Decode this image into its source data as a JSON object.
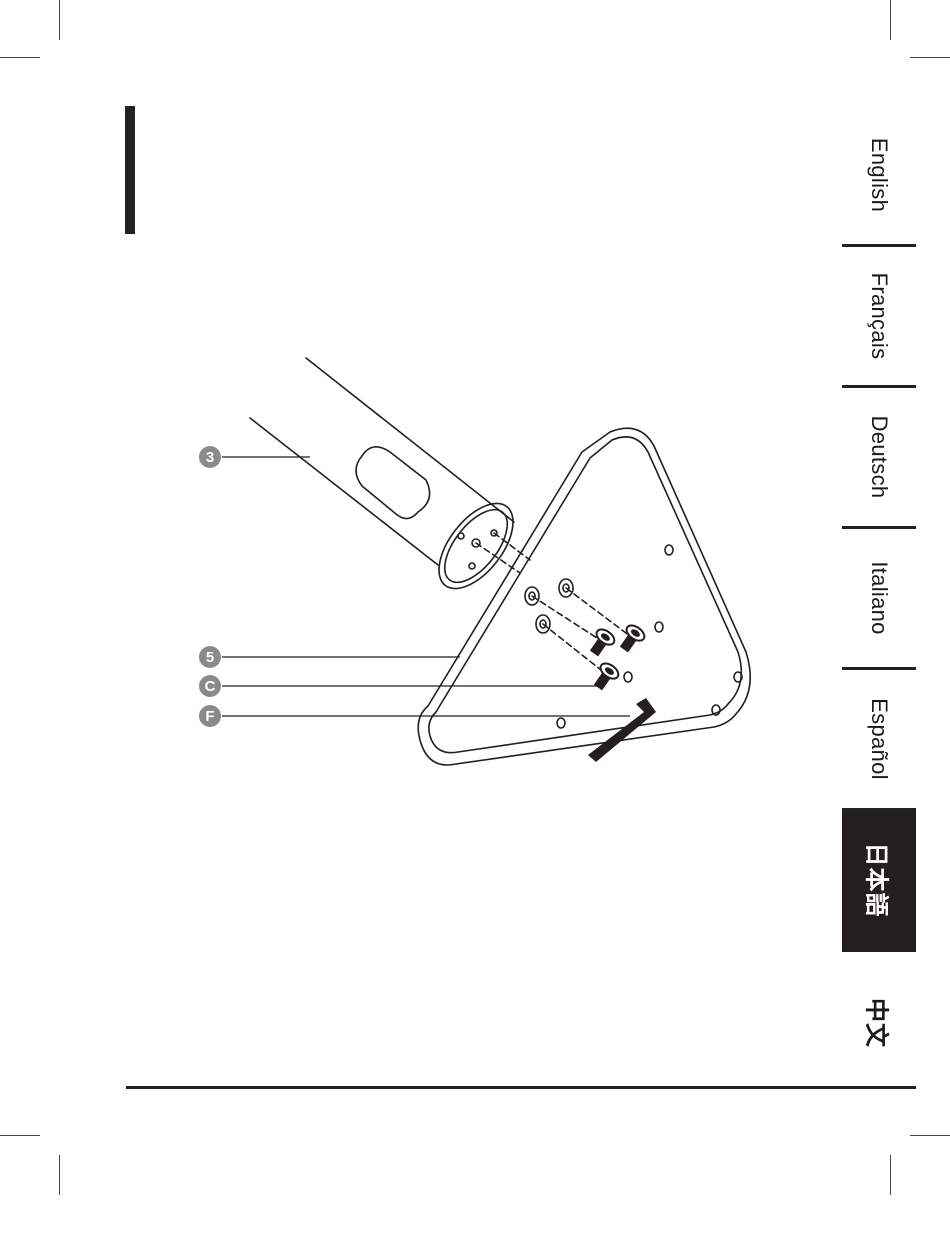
{
  "language_tabs": [
    {
      "label": "English",
      "active": false
    },
    {
      "label": "Français",
      "active": false
    },
    {
      "label": "Deutsch",
      "active": false
    },
    {
      "label": "Italiano",
      "active": false
    },
    {
      "label": "Español",
      "active": false
    },
    {
      "label": "日本語",
      "active": true
    },
    {
      "label": "中文",
      "active": false
    }
  ],
  "callouts": {
    "pole": "3",
    "base": "5",
    "screw": "C",
    "hex_key": "F"
  },
  "colors": {
    "ink": "#231f20",
    "callout_fill": "#8a8a8a",
    "active_tab_bg": "#231f20"
  }
}
